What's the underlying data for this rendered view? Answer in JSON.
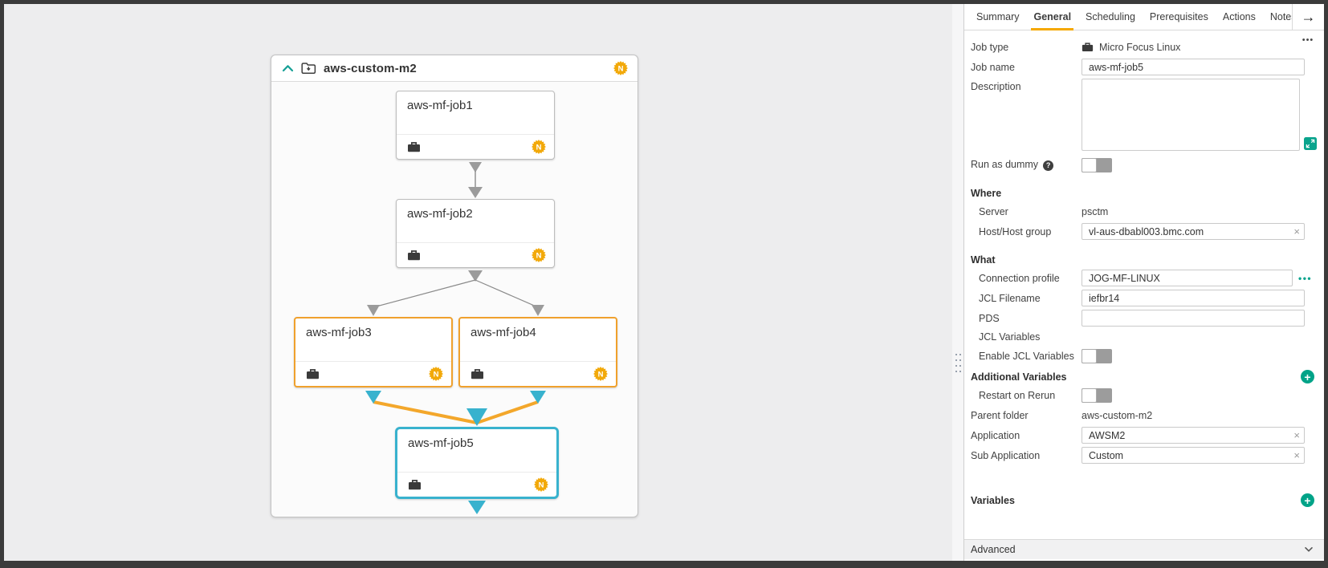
{
  "icons": {
    "badge_new": "N",
    "clear": "×",
    "more_horizontal": "•••",
    "more_menu": "•••",
    "add": "+",
    "help": "?",
    "collapse_panel_arrow": "→"
  },
  "colors": {
    "accent_teal": "#0AA48D",
    "tab_underline_orange": "#F5A800",
    "edge_orange": "#F3A72B",
    "selection_cyan": "#38B2CE",
    "badge_orange": "#F2A90A"
  },
  "canvas": {
    "folder": {
      "name": "aws-custom-m2"
    },
    "jobs": [
      {
        "name": "aws-mf-job1"
      },
      {
        "name": "aws-mf-job2"
      },
      {
        "name": "aws-mf-job3"
      },
      {
        "name": "aws-mf-job4"
      },
      {
        "name": "aws-mf-job5"
      }
    ]
  },
  "panel": {
    "tabs": [
      {
        "label": "Summary"
      },
      {
        "label": "General"
      },
      {
        "label": "Scheduling"
      },
      {
        "label": "Prerequisites"
      },
      {
        "label": "Actions"
      },
      {
        "label": "Notes"
      }
    ],
    "active_tab": "General",
    "sections": {
      "where": "Where",
      "what": "What",
      "additional_variables": "Additional Variables",
      "variables": "Variables",
      "advanced": "Advanced"
    },
    "fields": {
      "job_type": {
        "label": "Job type",
        "value": "Micro Focus Linux"
      },
      "job_name": {
        "label": "Job name",
        "value": "aws-mf-job5"
      },
      "description": {
        "label": "Description",
        "value": ""
      },
      "run_as_dummy": {
        "label": "Run as dummy",
        "enabled": false
      },
      "server": {
        "label": "Server",
        "value": "psctm"
      },
      "host": {
        "label": "Host/Host group",
        "value": "vl-aus-dbabl003.bmc.com"
      },
      "connection_profile": {
        "label": "Connection profile",
        "value": "JOG-MF-LINUX"
      },
      "jcl_filename": {
        "label": "JCL Filename",
        "value": "iefbr14"
      },
      "pds": {
        "label": "PDS",
        "value": ""
      },
      "jcl_variables": {
        "label": "JCL Variables"
      },
      "enable_jcl_variables": {
        "label": "Enable JCL Variables",
        "enabled": false
      },
      "restart_on_rerun": {
        "label": "Restart on Rerun",
        "enabled": false
      },
      "parent_folder": {
        "label": "Parent folder",
        "value": "aws-custom-m2"
      },
      "application": {
        "label": "Application",
        "value": "AWSM2"
      },
      "sub_application": {
        "label": "Sub Application",
        "value": "Custom"
      }
    }
  }
}
